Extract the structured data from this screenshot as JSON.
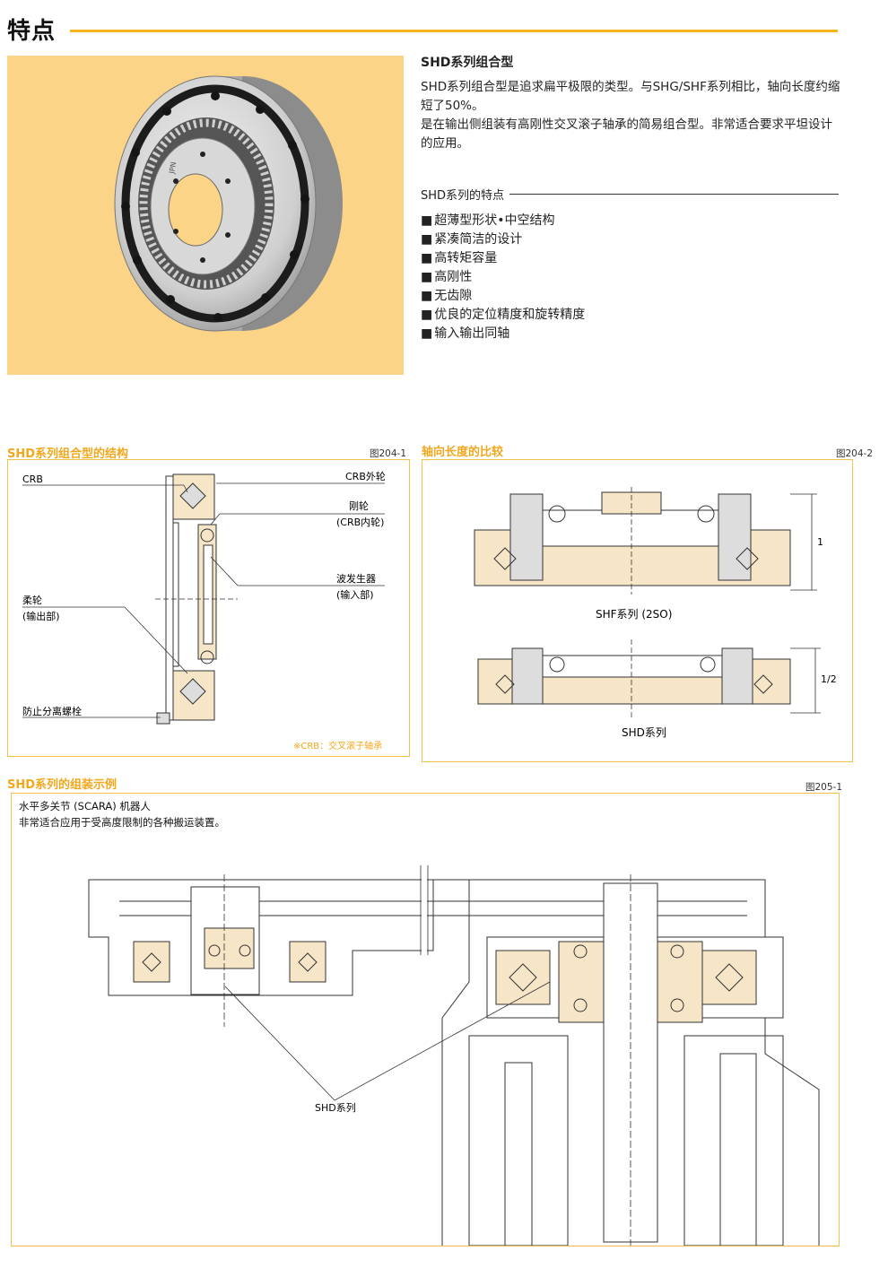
{
  "header": {
    "title": "特点"
  },
  "intro": {
    "heading": "SHD系列组合型",
    "para1": "SHD系列组合型是追求扁平极限的类型。与SHG/SHF系列相比，轴向长度约缩短了50%。",
    "para2": "是在输出侧组装有高刚性交叉滚子轴承的简易组合型。非常适合要求平坦设计的应用。"
  },
  "features": {
    "heading": "SHD系列的特点",
    "items": [
      "超薄型形状•中空结构",
      "紧凑简洁的设计",
      "高转矩容量",
      "高刚性",
      "无齿隙",
      "优良的定位精度和旋转精度",
      "输入输出同轴"
    ]
  },
  "photo": {
    "ring_marking": "JPN"
  },
  "fig1": {
    "title": "SHD系列组合型的结构",
    "fig_no": "图204-1",
    "labels": {
      "crb": "CRB",
      "crb_outer": "CRB外轮",
      "circular_spline": "刚轮",
      "circular_spline_sub": "(CRB内轮)",
      "wave_generator": "波发生器",
      "wave_generator_sub": "(输入部)",
      "flexspline": "柔轮",
      "flexspline_sub": "(输出部)",
      "bolt": "防止分离螺栓"
    },
    "note": "※CRB：交叉滚子轴承"
  },
  "fig2": {
    "title": "轴向长度的比较",
    "fig_no": "图204-2",
    "shf_caption": "SHF系列 (2SO)",
    "shf_dim": "1",
    "shd_caption": "SHD系列",
    "shd_dim": "1/2"
  },
  "fig3": {
    "title": "SHD系列的组装示例",
    "fig_no": "图205-1",
    "line1": "水平多关节 (SCARA) 机器人",
    "line2": "非常适合应用于受高度限制的各种搬运装置。",
    "callout": "SHD系列"
  },
  "colors": {
    "accent": "#f3b51a",
    "photo_bg": "#fbd488",
    "part_fill": "#f6e6c7"
  }
}
